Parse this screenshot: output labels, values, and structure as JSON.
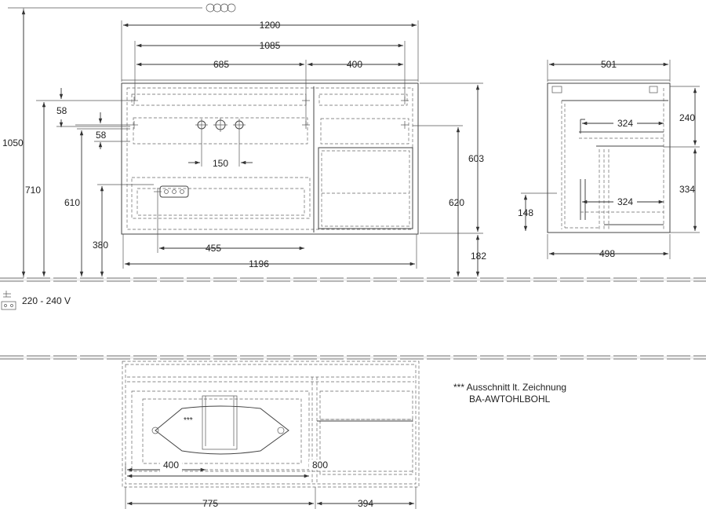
{
  "front_view": {
    "dims": {
      "width_total": "1200",
      "width_inner": "1085",
      "width_left": "685",
      "width_right": "400",
      "width_bottom": "1196",
      "taps_spacing": "150",
      "socket_offset": "455",
      "h_58_top": "58",
      "h_58_second": "58",
      "h_total": "1050",
      "h_710": "710",
      "h_610": "610",
      "h_380": "380",
      "h_603": "603",
      "h_620": "620",
      "h_182": "182"
    }
  },
  "side_view": {
    "dims": {
      "depth_top": "501",
      "depth_bottom": "498",
      "inner_upper": "324",
      "inner_lower": "324",
      "h_240": "240",
      "h_334": "334",
      "h_148": "148"
    }
  },
  "power": {
    "voltage": "220 - 240 V"
  },
  "top_view": {
    "dims": {
      "offset_400": "400",
      "offset_800": "800",
      "width_775": "775",
      "width_394": "394"
    },
    "cutout_marker": "***",
    "note_line1": "*** Ausschnitt lt. Zeichnung",
    "note_line2": "BA-AWTOHLBOHL"
  },
  "colors": {
    "line": "#333333",
    "floor": "#777777",
    "background": "#ffffff"
  }
}
